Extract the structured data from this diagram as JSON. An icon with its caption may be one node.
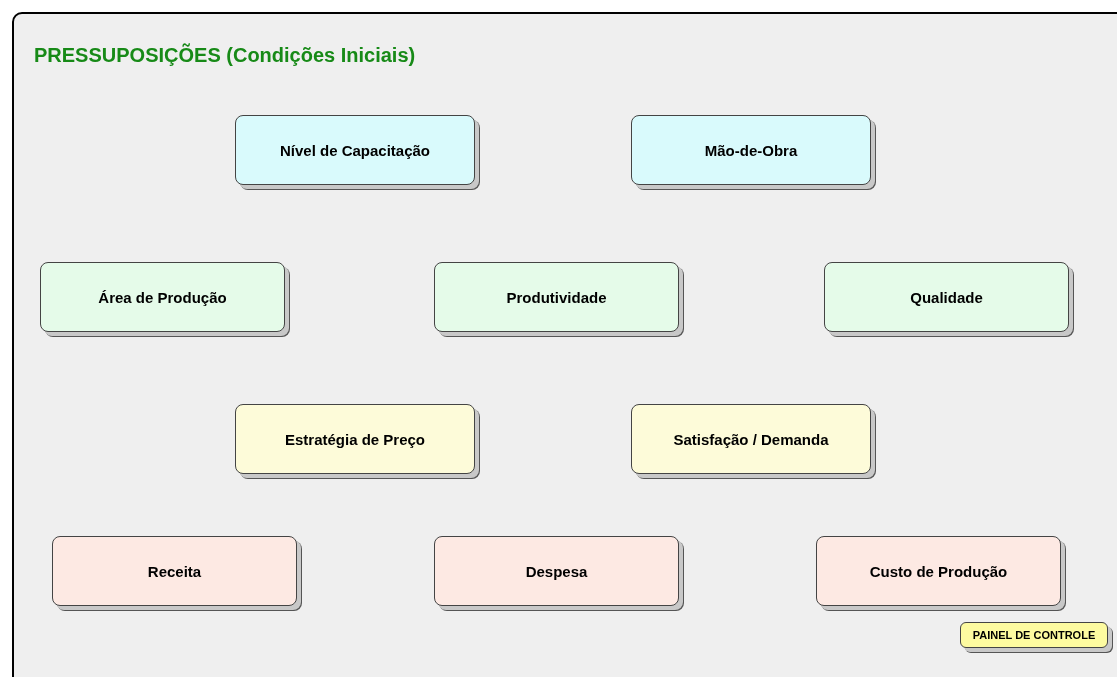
{
  "diagram": {
    "title": "PRESSUPOSIÇÕES (Condições Iniciais)",
    "nodes": [
      {
        "text": [
          "Nível de Capacitação"
        ]
      },
      {
        "text": [
          "Mão-de-Obra"
        ]
      },
      {
        "text": [
          "Área de Produção"
        ]
      },
      {
        "text": [
          "Produtividade"
        ]
      },
      {
        "text": [
          "Qualidade"
        ]
      },
      {
        "text": [
          "Estratégia de Preço"
        ]
      },
      {
        "text": [
          "Satisfação / Demanda"
        ]
      },
      {
        "text": [
          "Receita"
        ]
      },
      {
        "text": [
          "Despesa"
        ]
      },
      {
        "text": [
          "Custo de Produção"
        ]
      },
      {
        "text": [
          "PAINEL DE CONTROLE"
        ]
      }
    ]
  }
}
